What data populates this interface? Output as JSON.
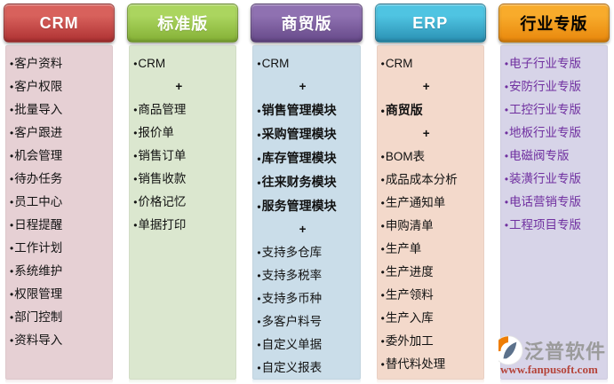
{
  "bullet_char": "•",
  "columns": [
    {
      "id": "crm",
      "header": "CRM",
      "colors": {
        "header_top": "#d8615c",
        "header_bottom": "#ae3132",
        "header_text": "#ffffff",
        "body": "#e6d0d4",
        "item_text": "#121212"
      },
      "items": [
        {
          "text": "客户资料"
        },
        {
          "text": "客户权限"
        },
        {
          "text": "批量导入"
        },
        {
          "text": "客户跟进"
        },
        {
          "text": "机会管理"
        },
        {
          "text": "待办任务"
        },
        {
          "text": "员工中心"
        },
        {
          "text": "日程提醒"
        },
        {
          "text": "工作计划"
        },
        {
          "text": "系统维护"
        },
        {
          "text": "权限管理"
        },
        {
          "text": "部门控制"
        },
        {
          "text": "资料导入"
        }
      ]
    },
    {
      "id": "standard",
      "header": "标准版",
      "colors": {
        "header_top": "#abd55f",
        "header_bottom": "#84b035",
        "header_text": "#ffffff",
        "body": "#dbe7cf",
        "item_text": "#121212"
      },
      "items": [
        {
          "text": "CRM"
        },
        {
          "text": "+",
          "type": "plus"
        },
        {
          "text": "商品管理"
        },
        {
          "text": "报价单"
        },
        {
          "text": "销售订单"
        },
        {
          "text": "销售收款"
        },
        {
          "text": "价格记忆"
        },
        {
          "text": "单据打印"
        }
      ]
    },
    {
      "id": "trade",
      "header": "商贸版",
      "colors": {
        "header_top": "#8f71b1",
        "header_bottom": "#664989",
        "header_text": "#ffffff",
        "body": "#cadde9",
        "item_text": "#121212"
      },
      "items": [
        {
          "text": "CRM"
        },
        {
          "text": "+",
          "type": "plus"
        },
        {
          "text": "销售管理模块",
          "bold": true
        },
        {
          "text": "采购管理模块",
          "bold": true
        },
        {
          "text": "库存管理模块",
          "bold": true
        },
        {
          "text": "往来财务模块",
          "bold": true
        },
        {
          "text": "服务管理模块",
          "bold": true
        },
        {
          "text": "+",
          "type": "plus"
        },
        {
          "text": "支持多仓库"
        },
        {
          "text": "支持多税率"
        },
        {
          "text": "支持多币种"
        },
        {
          "text": "多客户料号"
        },
        {
          "text": "自定义单据"
        },
        {
          "text": "自定义报表"
        }
      ]
    },
    {
      "id": "erp",
      "header": "ERP",
      "colors": {
        "header_top": "#4fc4e2",
        "header_bottom": "#2a90b3",
        "header_text": "#ffffff",
        "body": "#f3d9cb",
        "item_text": "#121212"
      },
      "items": [
        {
          "text": "CRM"
        },
        {
          "text": "+",
          "type": "plus"
        },
        {
          "text": "商贸版",
          "bold": true
        },
        {
          "text": "+",
          "type": "plus"
        },
        {
          "text": "BOM表"
        },
        {
          "text": "成品成本分析"
        },
        {
          "text": "生产通知单"
        },
        {
          "text": "申购清单"
        },
        {
          "text": "生产单"
        },
        {
          "text": "生产进度"
        },
        {
          "text": "生产领料"
        },
        {
          "text": "生产入库"
        },
        {
          "text": "委外加工"
        },
        {
          "text": "替代料处理"
        }
      ]
    },
    {
      "id": "industry",
      "header": "行业专版",
      "colors": {
        "header_top": "#f8ab2b",
        "header_bottom": "#e8870c",
        "header_text": "#000000",
        "body": "#d7d4e8",
        "item_text": "#7030a0"
      },
      "items": [
        {
          "text": "电子行业专版",
          "link": true
        },
        {
          "text": "安防行业专版",
          "link": true
        },
        {
          "text": "工控行业专版",
          "link": true
        },
        {
          "text": "地板行业专版",
          "link": true
        },
        {
          "text": "电磁阀专版",
          "link": true
        },
        {
          "text": "装潢行业专版",
          "link": true
        },
        {
          "text": "电话营销专版",
          "link": true
        },
        {
          "text": "工程项目专版",
          "link": true
        }
      ]
    }
  ],
  "watermark": {
    "brand": "泛普软件",
    "url": "www.fanpusoft.com",
    "brand_color": "#9b9b9b",
    "url_color": "#b5443a",
    "logo_orange": "#ee7d04",
    "logo_blue": "#5c718b"
  }
}
